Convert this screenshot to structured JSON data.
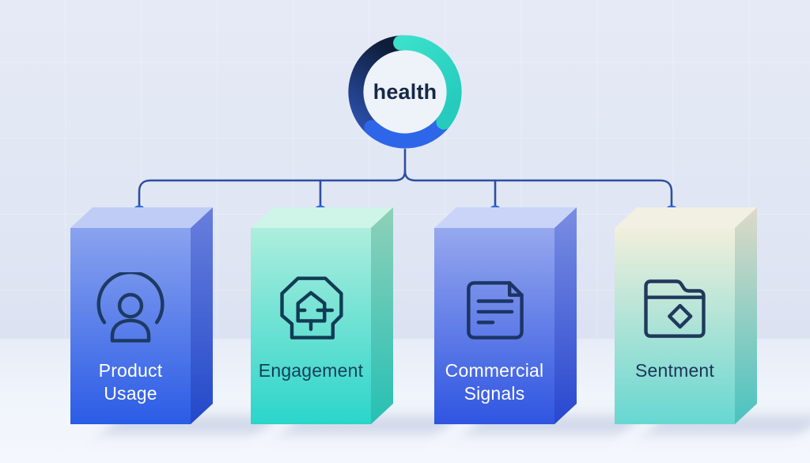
{
  "hub": {
    "label": "health",
    "ring": {
      "teal": "#2ed8c3",
      "blue": "#2e66e9",
      "navy_dark": "#0e1e3a",
      "navy_light": "#2d52b2",
      "inner_bg": "#eef2f9"
    },
    "text_color": "#152847"
  },
  "connector": {
    "line_color": "#2d4f9f",
    "dot_color": "#2b6be8"
  },
  "pillars": [
    {
      "label_line1": "Product",
      "label_line2": "Usage",
      "icon": "user-icon",
      "text_color": "#ffffff",
      "front_top": "#8aa3ef",
      "front_bottom": "#2b5ce6",
      "side_top": "#687fdd",
      "side_bottom": "#2349c9",
      "top_face": "#bfcdf6",
      "icon_color": "#1d3a63"
    },
    {
      "label_line1": "Engagement",
      "label_line2": "",
      "icon": "head-home-icon",
      "text_color": "#14405a",
      "front_top": "#aeeedd",
      "front_bottom": "#2bd5ca",
      "side_top": "#8fd0b8",
      "side_bottom": "#26c0b4",
      "top_face": "#cff4e8",
      "icon_color": "#113c55"
    },
    {
      "label_line1": "Commercial",
      "label_line2": "Signals",
      "icon": "document-icon",
      "text_color": "#ffffff",
      "front_top": "#96a8ee",
      "front_bottom": "#2f55e1",
      "side_top": "#7b8ee2",
      "side_bottom": "#2847cf",
      "top_face": "#c9d4f8",
      "icon_color": "#1c3566"
    },
    {
      "label_line1": "Sentment",
      "label_line2": "",
      "icon": "folder-icon",
      "text_color": "#1d3557",
      "front_top": "#f2efdc",
      "front_bottom": "#67d7d1",
      "side_top": "#dedac8",
      "side_bottom": "#49c3bf",
      "top_face": "#f2f0e2",
      "icon_color": "#20395c"
    }
  ]
}
